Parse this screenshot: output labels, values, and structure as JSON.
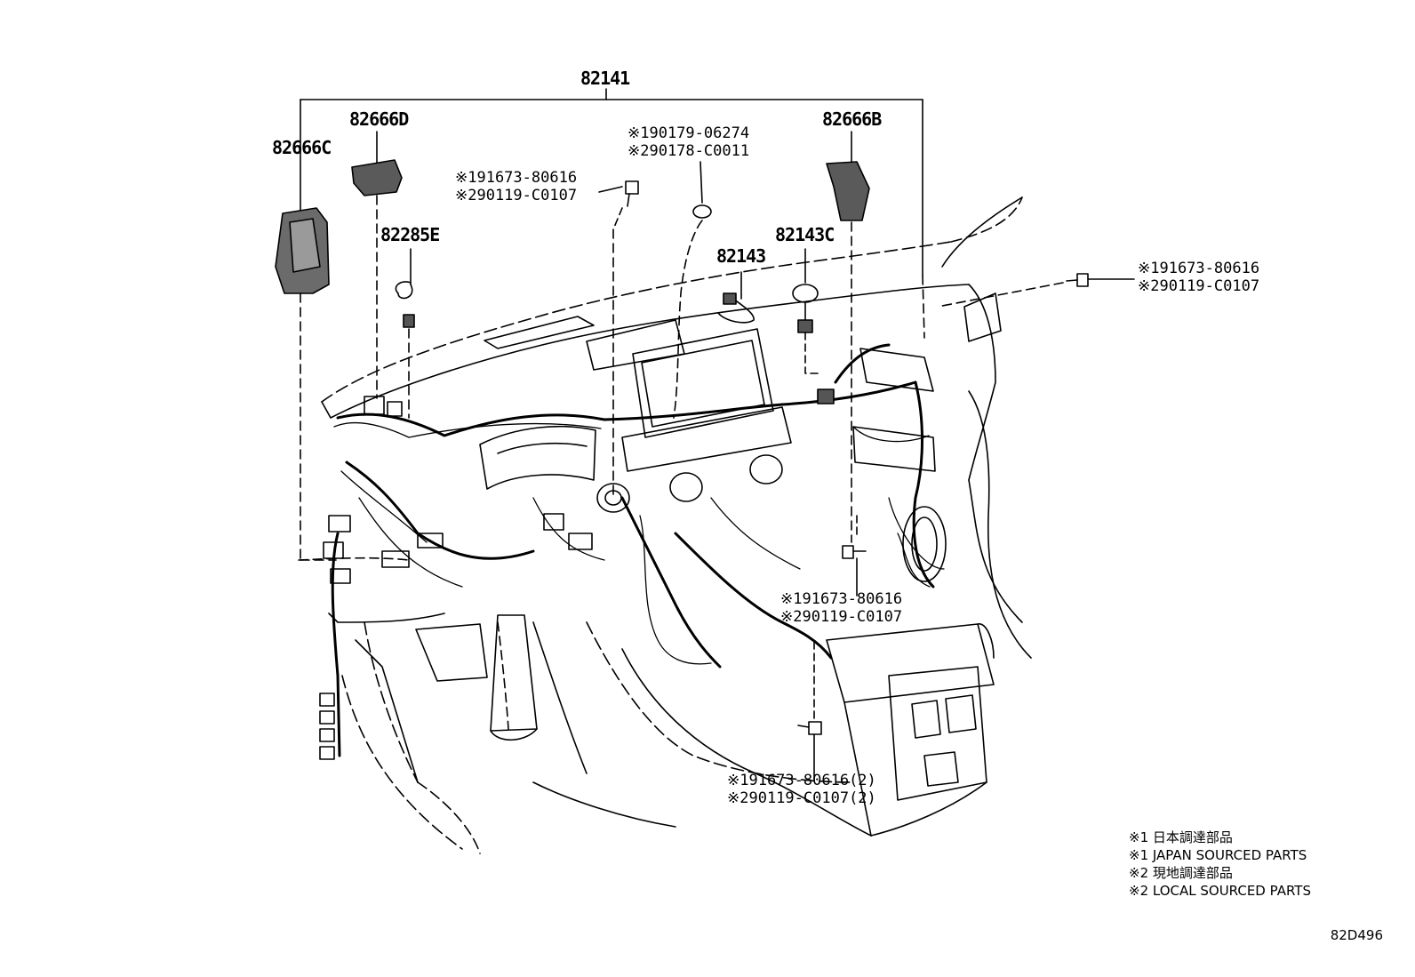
{
  "part_labels": {
    "p82141": "82141",
    "p82666D": "82666D",
    "p82666C": "82666C",
    "p82666B": "82666B",
    "p82285E": "82285E",
    "p82143": "82143",
    "p82143C": "82143C"
  },
  "fastener_labels": {
    "top_left_1": "※191673-80616",
    "top_left_2": "※290119-C0107",
    "top_mid_1": "※190179-06274",
    "top_mid_2": "※290178-C0011",
    "right_1": "※191673-80616",
    "right_2": "※290119-C0107",
    "center_1": "※191673-80616",
    "center_2": "※290119-C0107",
    "bottom_1": "※191673-80616(2)",
    "bottom_2": "※290119-C0107(2)"
  },
  "legend": [
    "※1 日本調達部品",
    "※1 JAPAN SOURCED PARTS",
    "※2 現地調達部品",
    "※2 LOCAL SOURCED PARTS"
  ],
  "diagram_code": "82D496"
}
